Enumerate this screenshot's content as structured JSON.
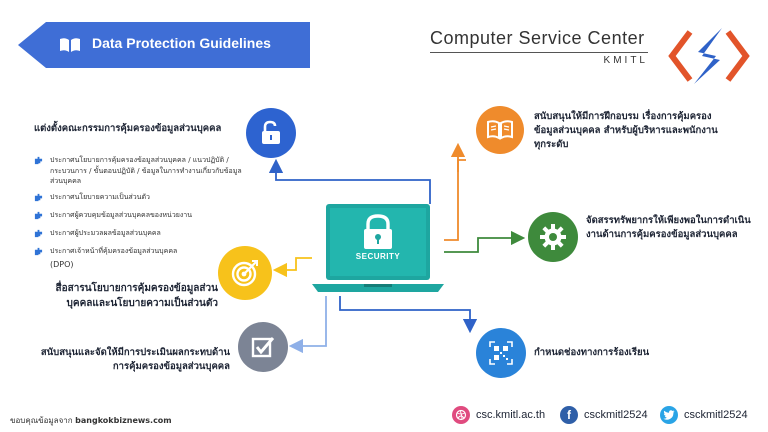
{
  "header": {
    "title": "Data Protection Guidelines",
    "brand_name": "Computer Service Center",
    "brand_sub": "KMITL"
  },
  "items": {
    "committee": "แต่งตั้งคณะกรรมการคุ้มครองข้อมูลส่วนบุคคล",
    "sub_points": [
      "ประกาศนโยบายการคุ้มครองข้อมูลส่วนบุคคล / แนวปฏิบัติ / กระบวนการ / ขั้นตอนปฏิบัติ / ข้อมูลในการทำงานเกี่ยวกับข้อมูลส่วนบุคคล",
      "ประกาศนโยบายความเป็นส่วนตัว",
      "ประกาศผู้ควบคุมข้อมูลส่วนบุคคลของหน่วยงาน",
      "ประกาศผู้ประมวลผลข้อมูลส่วนบุคคล",
      "ประกาศเจ้าหน้าที่คุ้มครองข้อมูลส่วนบุคคล"
    ],
    "dpo": "(DPO)",
    "communicate": "สื่อสารนโยบายการคุ้มครองข้อมูลส่วนบุคคลและนโยบายความเป็นส่วนตัว",
    "assessment": "สนับสนุนและจัดให้มีการประเมินผลกระทบด้านการคุ้มครองข้อมูลส่วนบุคคล",
    "training": "สนับสนุนให้มีการฝึกอบรม เรื่องการคุ้มครองข้อมูลส่วนบุคคล สำหรับผู้บริหารและพนักงานทุกระดับ",
    "resources": "จัดสรรทรัพยากรให้เพียงพอในการดำเนินงานด้านการคุ้มครองข้อมูลส่วนบุคคล",
    "complaint": "กำหนดช่องทางการร้องเรียน",
    "security_label": "SECURITY"
  },
  "footer": {
    "credit_prefix": "ขอบคุณข้อมูลจาก",
    "credit_source": "bangkokbiznews.com",
    "website": "csc.kmitl.ac.th",
    "facebook": "csckmitl2524",
    "twitter": "csckmitl2524"
  },
  "colors": {
    "banner": "#3f6ed6",
    "lock_circle": "#2d63d0",
    "target_circle": "#f7c21b",
    "check_circle": "#7c8495",
    "book_circle": "#ef8b2c",
    "gear_circle": "#3e8a3c",
    "qr_circle": "#2a83d9",
    "laptop": "#1ea6a0",
    "bullet": "#2f73d6"
  },
  "icons": [
    "book-icon",
    "lock-open-icon",
    "target-icon",
    "checkbox-icon",
    "open-book-icon",
    "gear-icon",
    "qr-code-icon",
    "padlock-icon",
    "dribbble-icon",
    "facebook-icon",
    "twitter-icon"
  ]
}
